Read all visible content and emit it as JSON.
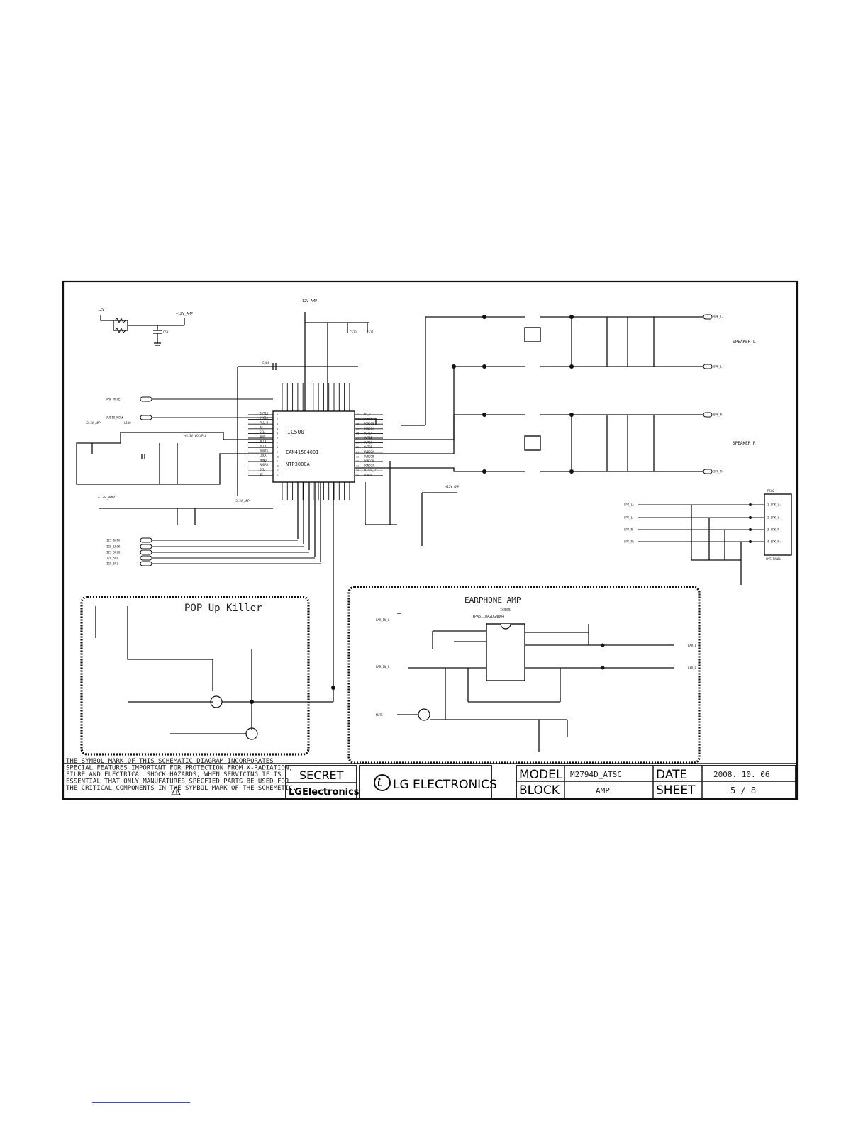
{
  "ic_main": {
    "ref": "IC500",
    "part": "EAN41584001",
    "maker": "NTP3000A",
    "left_pins": [
      "BST1A",
      "VCC1A",
      "PLL_N",
      "RS",
      "SCL",
      "SDA",
      "MCLK",
      "SCLK",
      "SDATA",
      "LRCK",
      "MON0",
      "ADDR0",
      "SEL",
      "NC"
    ],
    "right_pins": [
      "NC_2",
      "VDR1B",
      "PGND1B",
      "PGND1A",
      "OUT1A",
      "OUT1B",
      "OUT2A",
      "OUT2B",
      "PVDD2A",
      "PVDD2B",
      "PGND2B",
      "PGND2A",
      "OUT2A_2",
      "VDR2B"
    ]
  },
  "power_labels": {
    "amp_top": "+12V_AMP",
    "amp_left": "+12V_AMP",
    "amp_mid": "+3.3V_AMP",
    "amp_right": "+12V_AMP",
    "pll": "+3.3V_VCC/PLL"
  },
  "left_signals": [
    "AMP_MUTE",
    "AUDIO_MCLK",
    "I2S_DATA",
    "I2S_LRCK",
    "I2S_SCLK",
    "I2C_SDA",
    "I2C_SCL"
  ],
  "inductor_label": "L500",
  "speaker_labels": {
    "left": "SPEAKER L",
    "right": "SPEAKER R"
  },
  "speaker_nets": [
    "SPK_L+",
    "SPK_L-",
    "SPK_R+",
    "SPK_R-"
  ],
  "connector": {
    "ref": "P500",
    "pins": [
      "1 SPK_L+",
      "2 SPK_L-",
      "3 SPK_R-",
      "4 SPK_R+"
    ],
    "maker": "SMT/PANEL"
  },
  "blocks": {
    "popup": "POP Up Killer",
    "earphone": "EARPHONE AMP"
  },
  "ic_ear": {
    "ref": "IC505",
    "part": "TPA6110A2DGNR04"
  },
  "ear_labels": {
    "in_l": "EAR_IN_L",
    "in_r": "EAR_IN_R",
    "mute": "MUTE",
    "out_l": "EAR_L",
    "out_r": "EAR_R"
  },
  "warning_lines": [
    "THE  SYMBOL MARK OF THIS SCHEMATIC DIAGRAM INCORPORATES",
    "SPECIAL FEATURES IMPORTANT FOR PROTECTION FROM X-RADIATION,",
    "FILRE AND ELECTRICAL SHOCK HAZARDS, WHEN SERVICING IF IS",
    "ESSENTIAL THAT ONLY MANUFATURES SPECFIED PARTS BE USED FOR",
    "THE CRITICAL COMPONENTS IN THE    SYMBOL MARK OF THE SCHEMETIC."
  ],
  "title_block": {
    "secret": "SECRET",
    "brand_small": "LGElectronics",
    "brand_big": "LG ELECTRONICS",
    "model_label": "MODEL",
    "model_value": "M2794D_ATSC",
    "date_label": "DATE",
    "date_value": "2008. 10. 06",
    "block_label": "BLOCK",
    "block_value": "AMP",
    "sheet_label": "SHEET",
    "sheet_value": "5 / 8"
  }
}
